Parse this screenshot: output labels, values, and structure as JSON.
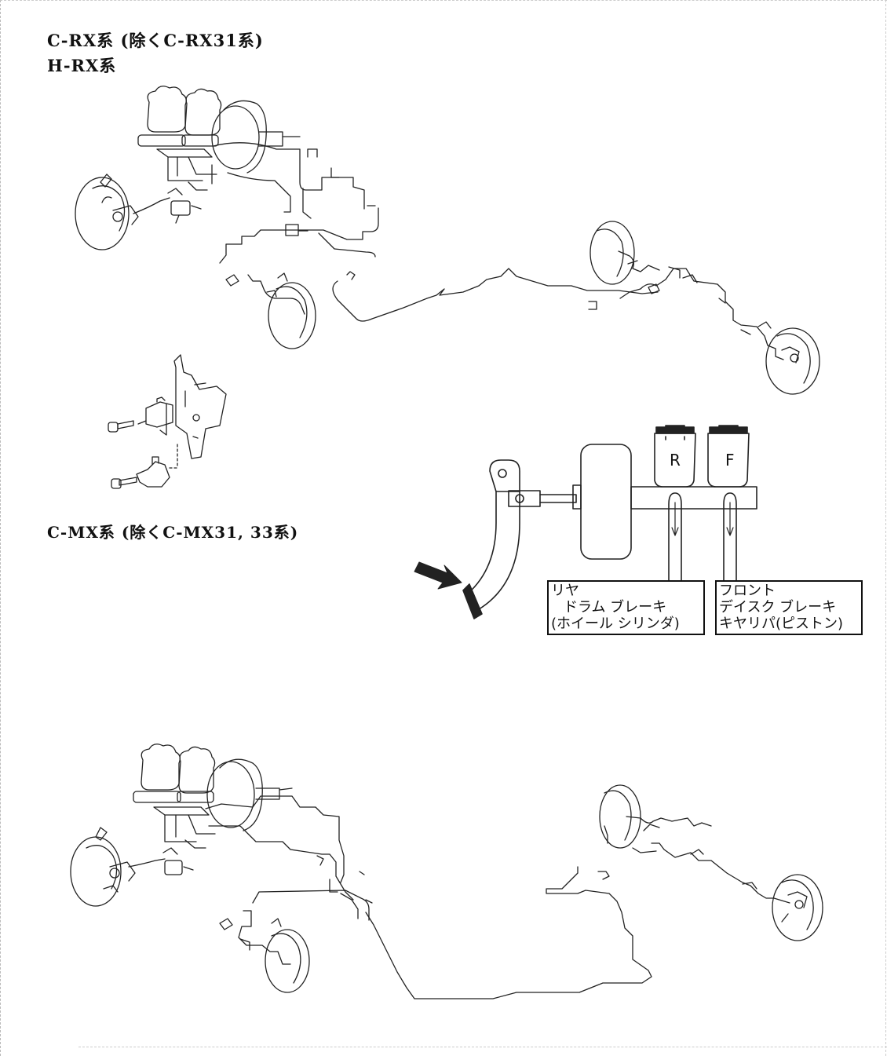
{
  "headings": {
    "crx": "C-RX系 (除くC-RX31系)",
    "hrx": "H-RX系",
    "cmx": "C-MX系 (除くC-MX31, 33系)"
  },
  "schematic": {
    "reservoir_rear": "R",
    "reservoir_front": "F",
    "rear_label": {
      "line1": "リヤ",
      "line2": "ドラム ブレーキ",
      "line3": "(ホイール シリンダ)"
    },
    "front_label": {
      "line1": "フロント",
      "line2": "デイスク ブレーキ",
      "line3": "キヤリパ(ピストン)"
    }
  }
}
